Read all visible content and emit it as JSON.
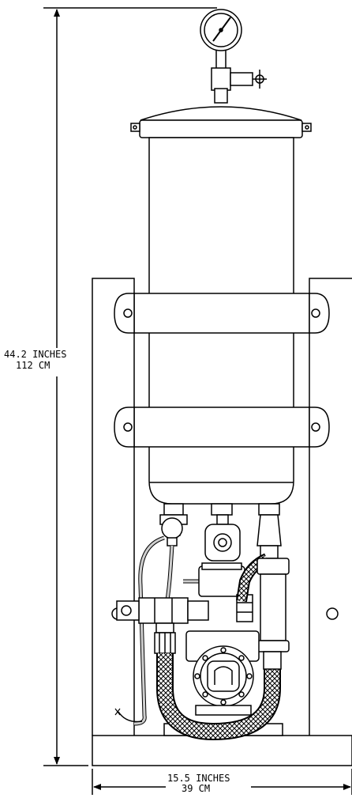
{
  "dimensions": {
    "height": {
      "value_text": "44.2 INCHES",
      "metric_text": "112 CM",
      "inches": 44.2,
      "cm": 112
    },
    "width": {
      "value_text": "15.5 INCHES",
      "metric_text": "39 CM",
      "inches": 15.5,
      "cm": 39
    }
  },
  "colors": {
    "line": "#000000",
    "background": "#ffffff",
    "hose_light": "#cfcfcf"
  }
}
